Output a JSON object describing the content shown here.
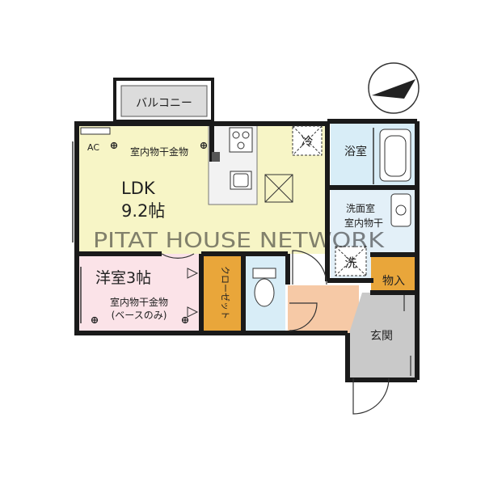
{
  "colors": {
    "ldk": "#f7f5c6",
    "western": "#fbe3e8",
    "bath": "#d8edf7",
    "washroom": "#e3f0f8",
    "toilet": "#d8edf7",
    "hall": "#f6c9a6",
    "entrance": "#c9c9c9",
    "closet": "#e9a63a",
    "balcony": "#dcdcdc",
    "wall": "#1a1a1a"
  },
  "rooms": {
    "balcony": "バルコニー",
    "ac": "AC",
    "ldk_dryer": "室内物干金物",
    "ldk_name": "LDK",
    "ldk_size": "9.2帖",
    "fridge": "冷",
    "bath": "浴室",
    "washroom": "洗面室",
    "washroom_dryer": "室内物干",
    "washer": "洗",
    "storage": "物入",
    "western": "洋室3帖",
    "western_dryer": "室内物干金物",
    "western_dryer_note": "(ベースのみ)",
    "closet": "クローゼット",
    "entrance": "玄関"
  },
  "watermark": "PITAT HOUSE NETWORK",
  "compass": "north-arrow-icon"
}
